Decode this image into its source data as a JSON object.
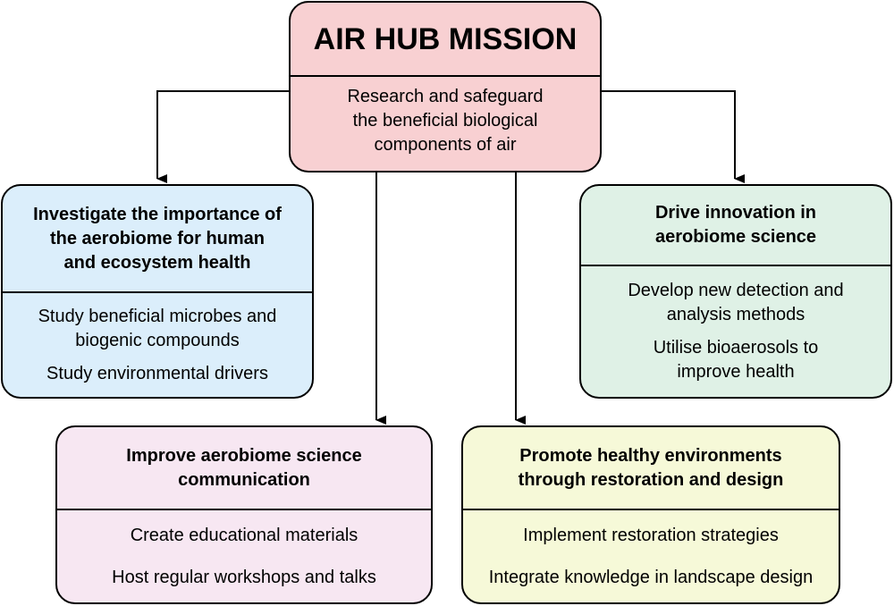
{
  "mission": {
    "title": "AIR HUB MISSION",
    "lines": [
      "Research and safeguard",
      "the beneficial biological",
      "components of air"
    ]
  },
  "boxes": {
    "investigate": {
      "title_lines": [
        "Investigate the importance of",
        "the aerobiome for human",
        "and ecosystem health"
      ],
      "items": [
        [
          "Study beneficial microbes and",
          "biogenic compounds"
        ],
        [
          "Study environmental drivers"
        ]
      ]
    },
    "drive": {
      "title_lines": [
        "Drive innovation in",
        "aerobiome science"
      ],
      "items": [
        [
          "Develop new detection and",
          "analysis methods"
        ],
        [
          "Utilise bioaerosols to",
          "improve health"
        ]
      ]
    },
    "communicate": {
      "title_lines": [
        "Improve aerobiome science",
        "communication"
      ],
      "items": [
        [
          "Create educational materials"
        ],
        [
          "Host regular workshops and talks"
        ]
      ]
    },
    "promote": {
      "title_lines": [
        "Promote healthy environments",
        "through restoration and design"
      ],
      "items": [
        [
          "Implement restoration strategies"
        ],
        [
          "Integrate knowledge in landscape design"
        ]
      ]
    }
  },
  "colors": {
    "mission": "#f8d0d2",
    "investigate": "#dbeefb",
    "drive": "#dff1e6",
    "communicate": "#f7e7f2",
    "promote": "#f6f9d8"
  }
}
